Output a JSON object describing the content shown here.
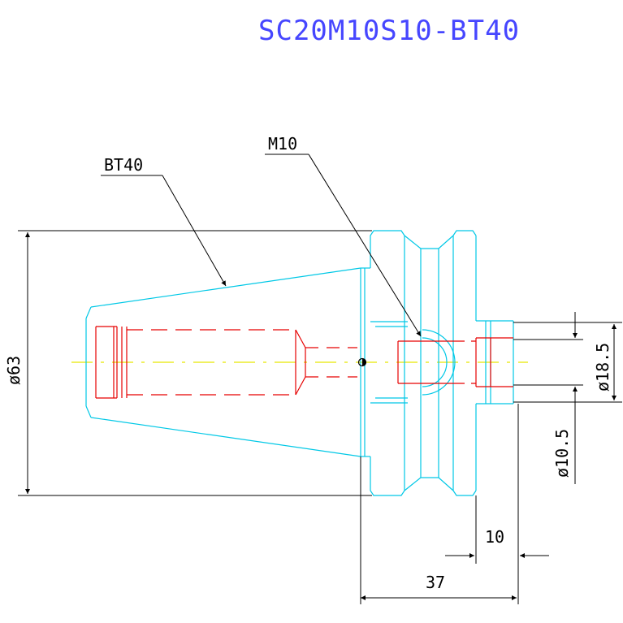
{
  "title": "SC20M10S10-BT40",
  "colors": {
    "outline": "#00c8e6",
    "hidden": "#e60000",
    "center": "#e6e600",
    "dimension": "#000000",
    "title": "#4646ff"
  },
  "callouts": {
    "taper": "BT40",
    "thread": "M10"
  },
  "dimensions": {
    "flange_diameter": "ø63",
    "collet_diameter": "ø18.5",
    "bore_diameter": "ø10.5",
    "nose_length": "10",
    "overall_length": "37"
  }
}
